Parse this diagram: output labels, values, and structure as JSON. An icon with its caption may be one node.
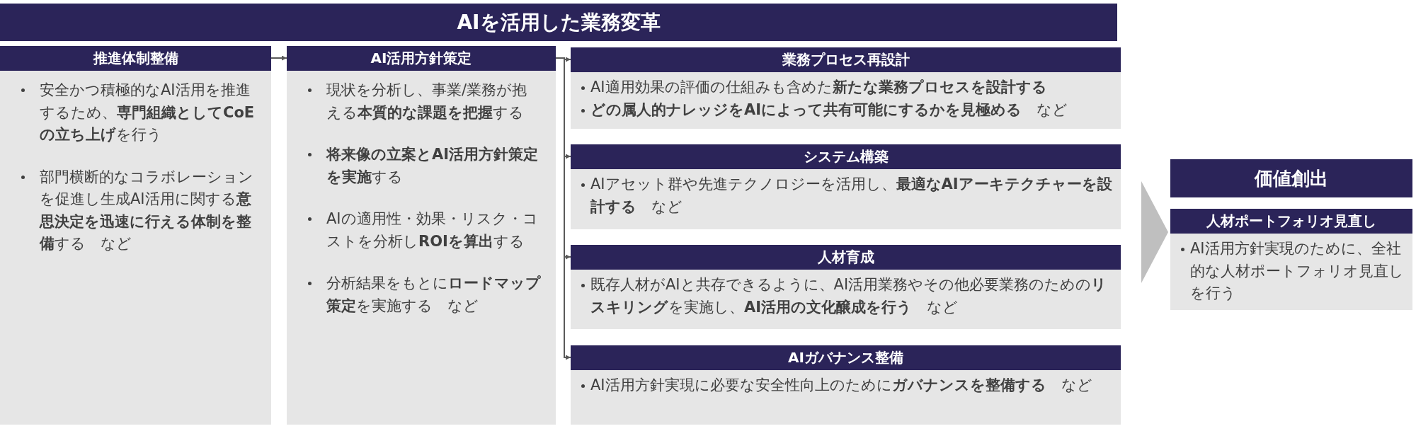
{
  "diagram": {
    "nodes": [
      {
        "text": [
          "AIを活用した業務変革"
        ]
      },
      {
        "text": [
          "推進体制整備",
          "安全かつ積極的なAI活用を推進するため、**専門組織としてCoEの立ち上げ**を行う",
          "部門横断的なコラボレーションを促進し生成AI活用に関する**意思決定を迅速に行える体制を整備**する　など"
        ]
      },
      {
        "text": [
          "AI活用方針策定",
          "現状を分析し、事業/業務が抱える**本質的な課題を把握**する",
          "**将来像の立案とAI活用方針策定を実施**する",
          "AIの適用性・効果・リスク・コストを分析し**ROIを算出**する",
          "分析結果をもとに**ロードマップ策定**を実施する　など"
        ]
      },
      {
        "text": [
          "業務プロセス再設計",
          "AI適用効果の評価の仕組みも含めた**新たな業務プロセスを設計する**",
          "**どの属人的ナレッジをAIによって共有可能にするかを見極める**　など"
        ]
      },
      {
        "text": [
          "システム構築",
          "AIアセット群や先進テクノロジーを活用し、**最適なAIアーキテクチャーを設計する**　など"
        ]
      },
      {
        "text": [
          "人材育成",
          "既存人材がAIと共存できるように、AI活用業務やその他必要業務のための**リスキリング**を実施し、**AI活用の文化醸成を行う**　など"
        ]
      },
      {
        "text": [
          "AIガバナンス整備",
          "AI活用方針実現に必要な安全性向上のために**ガバナンスを整備する**　など"
        ]
      },
      {
        "text": [
          "価値創出"
        ]
      },
      {
        "text": [
          "人材ポートフォリオ見直し",
          "AI活用方針実現のために、全社的な人材ポートフォリオ見直しを行う"
        ]
      }
    ],
    "edges": [
      {
        "from": 1,
        "to": 2,
        "arrow": "to"
      },
      {
        "from": 2,
        "to": 3,
        "arrow": "to"
      },
      {
        "from": 2,
        "to": 4,
        "arrow": "to"
      },
      {
        "from": 2,
        "to": 5,
        "arrow": "to"
      },
      {
        "from": 2,
        "to": 6,
        "arrow": "to"
      },
      {
        "from": null,
        "to": 8,
        "arrow": "to",
        "style": "thick",
        "color": "#bfbfbf"
      }
    ]
  }
}
